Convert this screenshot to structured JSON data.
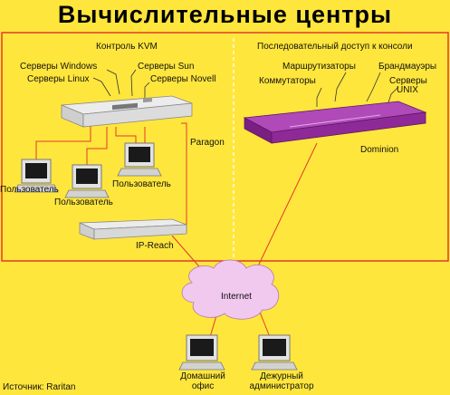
{
  "title": "Вычислительные центры",
  "kvm": {
    "heading": "Контроль KVM",
    "labels": {
      "windows": "Серверы Windows",
      "linux": "Серверы Linux",
      "sun": "Серверы Sun",
      "novell": "Серверы Novell"
    },
    "device": "Paragon",
    "users": [
      "Пользователь",
      "Пользователь",
      "Пользователь"
    ],
    "ip_reach": "IP-Reach"
  },
  "console": {
    "heading": "Последовательный доступ к консоли",
    "labels": {
      "routers": "Маршрутизаторы",
      "firewalls": "Брандмауэры",
      "switches": "Коммутаторы",
      "unix_line1": "Серверы",
      "unix_line2": "UNIX"
    },
    "device": "Dominion"
  },
  "internet": "Internet",
  "remote": {
    "home_line1": "Домашний",
    "home_line2": "офис",
    "admin_line1": "Дежурный",
    "admin_line2": "администратор"
  },
  "source": "Источник: Raritan",
  "colors": {
    "background": "#ffe63d",
    "border": "#e23a2a",
    "cloud": "#f1c8ee",
    "dominion": "#9b2fa3"
  }
}
